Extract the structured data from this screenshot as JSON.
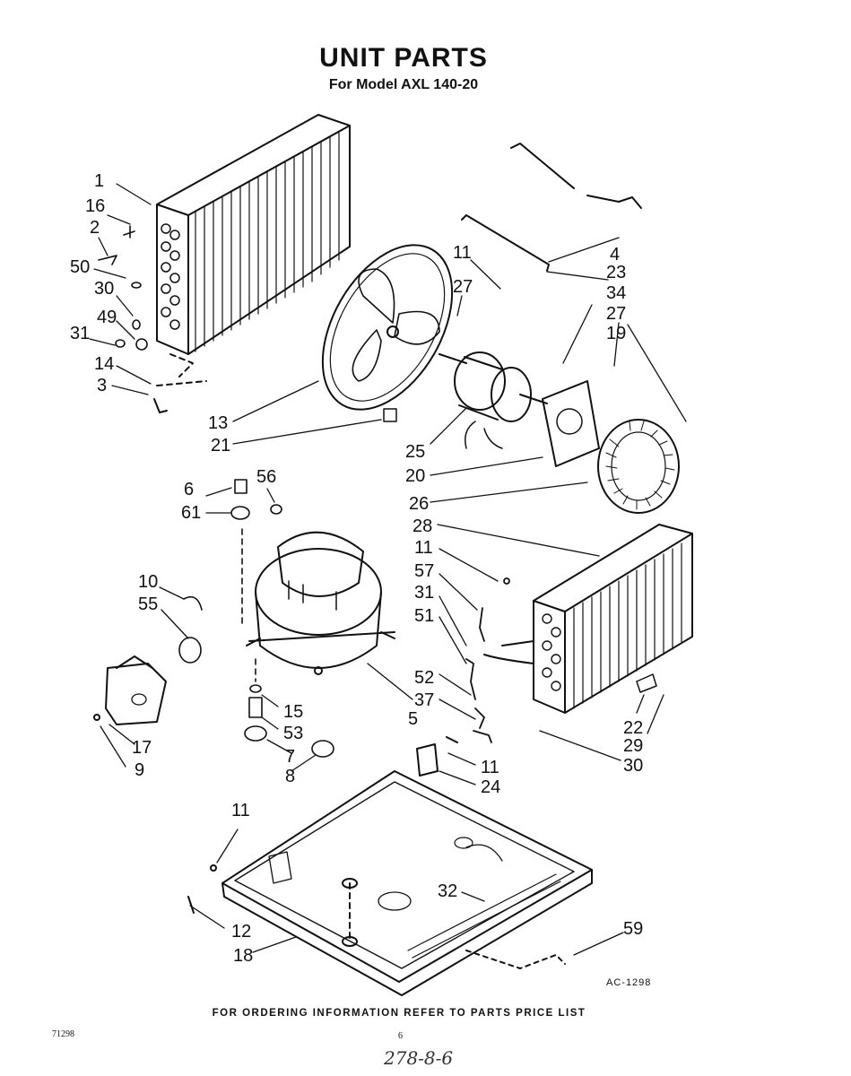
{
  "header": {
    "title": "UNIT PARTS",
    "subtitle": "For Model AXL 140-20"
  },
  "footer": {
    "ordering_note": "FOR ORDERING INFORMATION REFER TO PARTS PRICE LIST",
    "drawing_code": "AC-1298",
    "figure_number": "71298",
    "page_number": "6",
    "handwritten_note": "278-8-6"
  },
  "callouts": [
    "1",
    "16",
    "2",
    "50",
    "30",
    "49",
    "31",
    "14",
    "3",
    "11",
    "27",
    "4",
    "23",
    "34",
    "27",
    "19",
    "13",
    "21",
    "25",
    "20",
    "26",
    "6",
    "56",
    "61",
    "28",
    "11",
    "57",
    "31",
    "51",
    "10",
    "55",
    "52",
    "37",
    "15",
    "53",
    "5",
    "7",
    "8",
    "17",
    "9",
    "22",
    "29",
    "30",
    "11",
    "24",
    "11",
    "32",
    "12",
    "18",
    "59"
  ]
}
